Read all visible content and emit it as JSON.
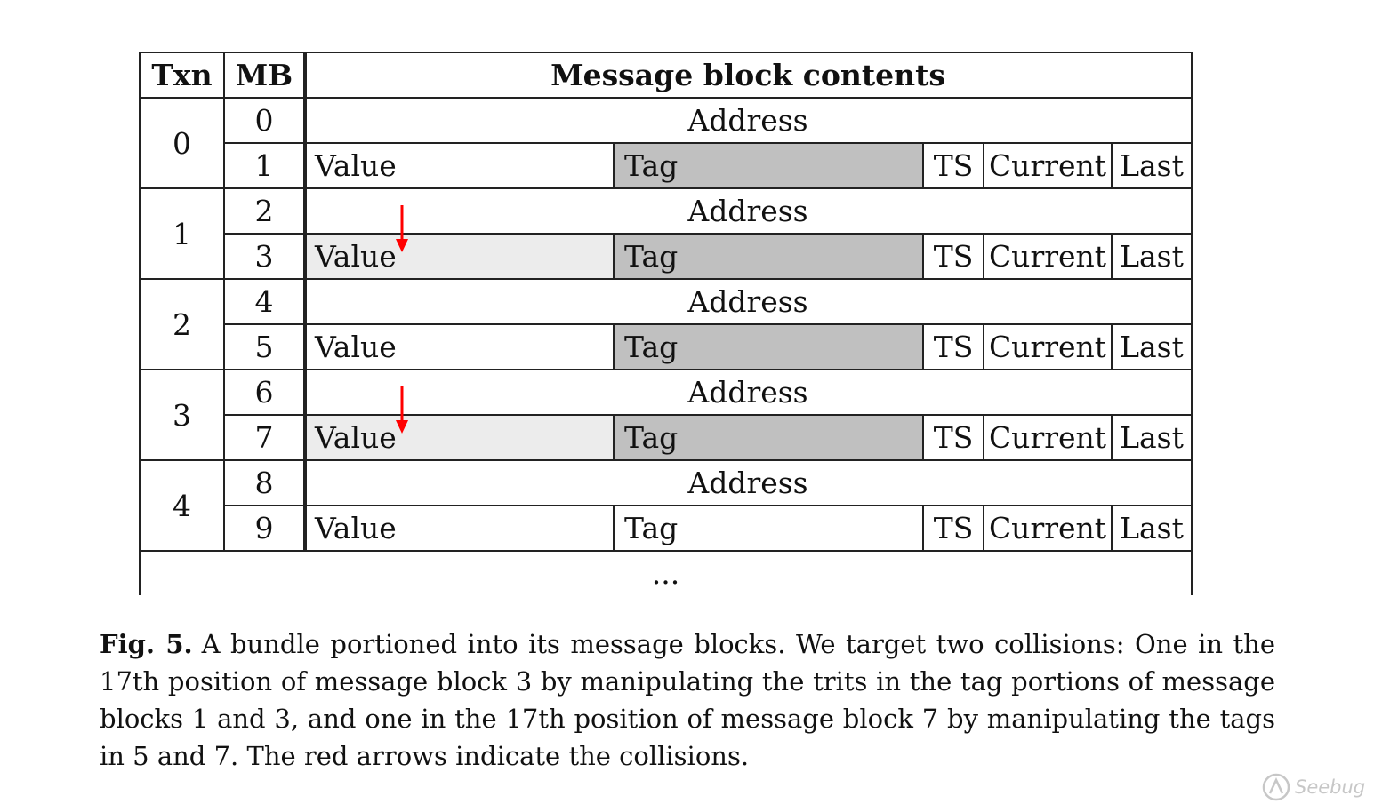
{
  "table": {
    "headers": {
      "txn": "Txn",
      "mb": "MB",
      "contents": "Message block contents"
    },
    "address_label": "Address",
    "labels": {
      "value": "Value",
      "tag": "Tag",
      "ts": "TS",
      "current": "Current",
      "last": "Last"
    },
    "txns": [
      "0",
      "1",
      "2",
      "3",
      "4"
    ],
    "mbs": [
      "0",
      "1",
      "2",
      "3",
      "4",
      "5",
      "6",
      "7",
      "8",
      "9"
    ],
    "continuation": "..."
  },
  "caption": {
    "label": "Fig. 5.",
    "text": "A bundle portioned into its message blocks. We target two collisions: One in the 17th position of message block 3 by manipulating the trits in the tag portions of message blocks 1 and 3, and one in the 17th position of message block 7 by manipulating the tags in 5 and 7. The red arrows indicate the collisions."
  },
  "watermark": {
    "text": "Seebug"
  },
  "colors": {
    "arrow": "#ff0000",
    "tag_shade": "#c0c0c0",
    "value_shade": "#ececec",
    "line": "#222222"
  },
  "collision_message_blocks": [
    3,
    7
  ]
}
